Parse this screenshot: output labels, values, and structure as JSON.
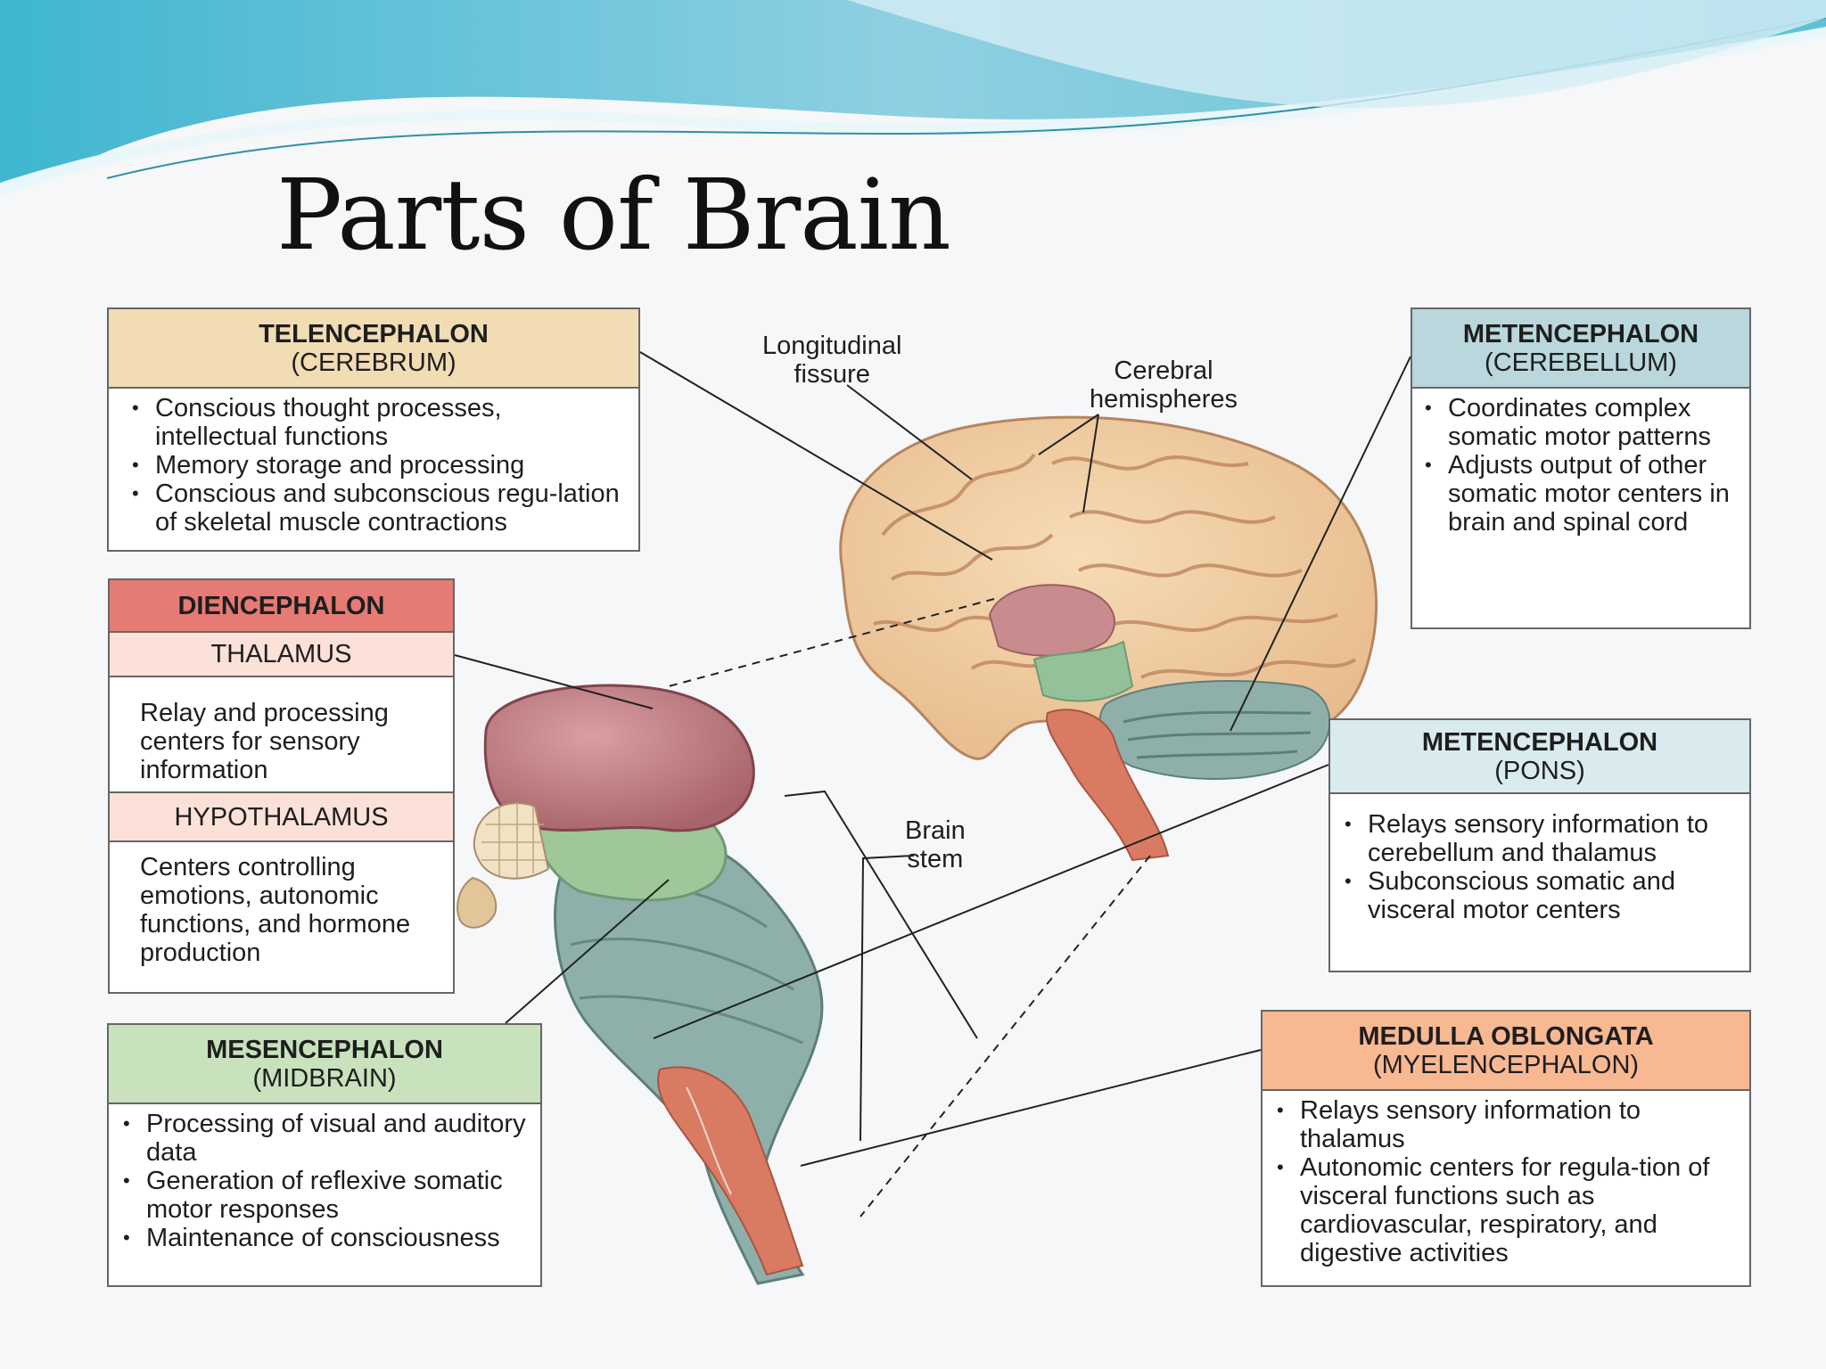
{
  "slide": {
    "title": "Parts of Brain"
  },
  "labels": {
    "longitudinal_fissure": [
      "Longitudinal",
      "fissure"
    ],
    "cerebral_hemispheres": [
      "Cerebral",
      "hemispheres"
    ],
    "brain_stem": [
      "Brain",
      "stem"
    ]
  },
  "boxes": {
    "telencephalon": {
      "title": "TELENCEPHALON",
      "subtitle": "(CEREBRUM)",
      "header_color": "#f1dcb4",
      "items": [
        "Conscious thought processes, intellectual functions",
        "Memory storage and  processing",
        "Conscious and subconscious  regu-lation of skeletal muscle contractions"
      ]
    },
    "diencephalon": {
      "title": "DIENCEPHALON",
      "header_color": "#e57b74",
      "sub_color": "#fbe1d8",
      "thalamus": {
        "title": "THALAMUS",
        "text": "Relay and processing centers for sensory information"
      },
      "hypothalamus": {
        "title": "HYPOTHALAMUS",
        "text": "Centers controlling emotions, autonomic functions, and hormone production"
      }
    },
    "mesencephalon": {
      "title": "MESENCEPHALON",
      "subtitle": "(MIDBRAIN)",
      "header_color": "#c7e2bc",
      "items": [
        "Processing of visual and auditory data",
        "Generation of reflexive somatic motor responses",
        "Maintenance of consciousness"
      ]
    },
    "cerebellum": {
      "title": "METENCEPHALON",
      "subtitle": "(CEREBELLUM)",
      "header_color": "#b9d7dc",
      "items": [
        "Coordinates complex somatic motor patterns",
        "Adjusts output of other somatic motor centers in brain and spinal cord"
      ]
    },
    "pons": {
      "title": "METENCEPHALON",
      "subtitle": "(PONS)",
      "header_color": "#d9ebee",
      "items": [
        "Relays sensory information to cerebellum and thalamus",
        "Subconscious somatic and visceral motor centers"
      ]
    },
    "medulla": {
      "title": "MEDULLA OBLONGATA",
      "subtitle": "(MYELENCEPHALON)",
      "header_color": "#f7b892",
      "items": [
        "Relays sensory information to thalamus",
        "Autonomic centers for regula-tion of visceral functions such as cardiovascular, respiratory, and digestive activities"
      ]
    }
  }
}
